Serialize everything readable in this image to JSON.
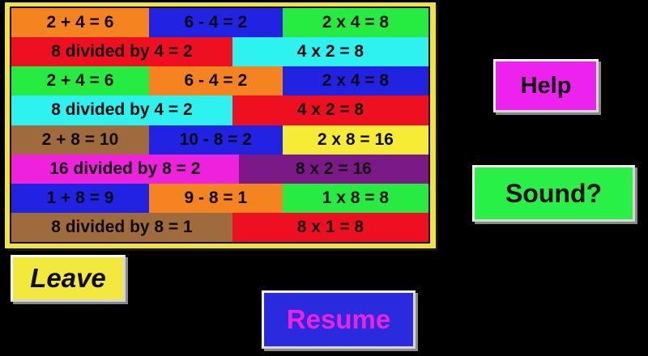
{
  "window": {
    "background_color": "#000000"
  },
  "board": {
    "border_color": "#efe43c",
    "inner_line_color": "#1c0600",
    "text_color": "#0d0d0d",
    "rows": [
      {
        "cells": [
          {
            "text": "2 + 4 = 6",
            "color": "#f5831f"
          },
          {
            "text": "6 - 4 = 2",
            "color": "#2222e2"
          },
          {
            "text": "2 x 4 = 8",
            "color": "#26ec41"
          }
        ]
      },
      {
        "cells": [
          {
            "text": "8 divided by 4 = 2",
            "color": "#ee1020"
          },
          {
            "text": "4 x 2 = 8",
            "color": "#2ef2ef"
          }
        ]
      },
      {
        "cells": [
          {
            "text": "2 + 4 = 6",
            "color": "#26ec41"
          },
          {
            "text": "6 - 4 = 2",
            "color": "#f5831f"
          },
          {
            "text": "2 x 4 = 8",
            "color": "#2222e2"
          }
        ]
      },
      {
        "cells": [
          {
            "text": "8 divided by 4 = 2",
            "color": "#2ef2ef"
          },
          {
            "text": "4 x 2 = 8",
            "color": "#ee1020"
          }
        ]
      },
      {
        "cells": [
          {
            "text": "2 + 8 = 10",
            "color": "#9f6b3d"
          },
          {
            "text": "10 - 8 = 2",
            "color": "#2222e2"
          },
          {
            "text": "2 x 8 = 16",
            "color": "#f6eb35"
          }
        ]
      },
      {
        "cells": [
          {
            "text": "16 divided by 8 = 2",
            "color": "#ee22dd"
          },
          {
            "text": "8 x 2 = 16",
            "color": "#7b1a86"
          }
        ]
      },
      {
        "cells": [
          {
            "text": "1 + 8 = 9",
            "color": "#2222e2"
          },
          {
            "text": "9 - 8 = 1",
            "color": "#f5831f"
          },
          {
            "text": "1 x 8 = 8",
            "color": "#26ec41"
          }
        ]
      },
      {
        "cells": [
          {
            "text": "8 divided by 8 = 1",
            "color": "#9f6b3d"
          },
          {
            "text": "8 x 1 = 8",
            "color": "#ee1020"
          }
        ]
      }
    ]
  },
  "buttons": {
    "help": {
      "label": "Help",
      "bg": "#ee22ee",
      "fg": "#0d0d0d"
    },
    "sound": {
      "label": "Sound?",
      "bg": "#29f046",
      "fg": "#0d0d0d"
    },
    "leave": {
      "label": "Leave",
      "bg": "#f2e93c",
      "fg": "#0d0d0d"
    },
    "resume": {
      "label": "Resume",
      "bg": "#2a2adf",
      "fg": "#ee22dd"
    }
  }
}
